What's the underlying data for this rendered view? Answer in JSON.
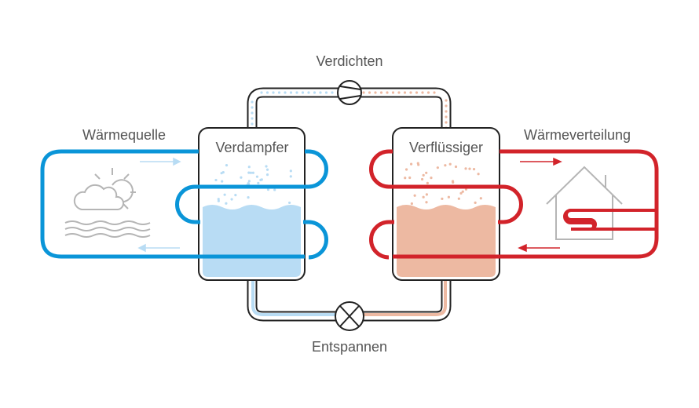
{
  "labels": {
    "compressor": "Verdichten",
    "heat_source": "Wärmequelle",
    "evaporator": "Verdampfer",
    "condenser": "Verflüssiger",
    "heat_distribution": "Wärmeverteilung",
    "expansion": "Entspannen"
  },
  "colors": {
    "cold_circuit": "#0a95d8",
    "cold_light": "#b8dcf4",
    "hot_circuit": "#d2232a",
    "hot_light": "#edb9a2",
    "outline": "#222222",
    "icon_gray": "#b5b5b5",
    "text": "#555555"
  },
  "icons": [
    "sun-cloud-icon",
    "water-waves-icon",
    "house-icon",
    "compressor-icon",
    "expansion-valve-icon"
  ]
}
